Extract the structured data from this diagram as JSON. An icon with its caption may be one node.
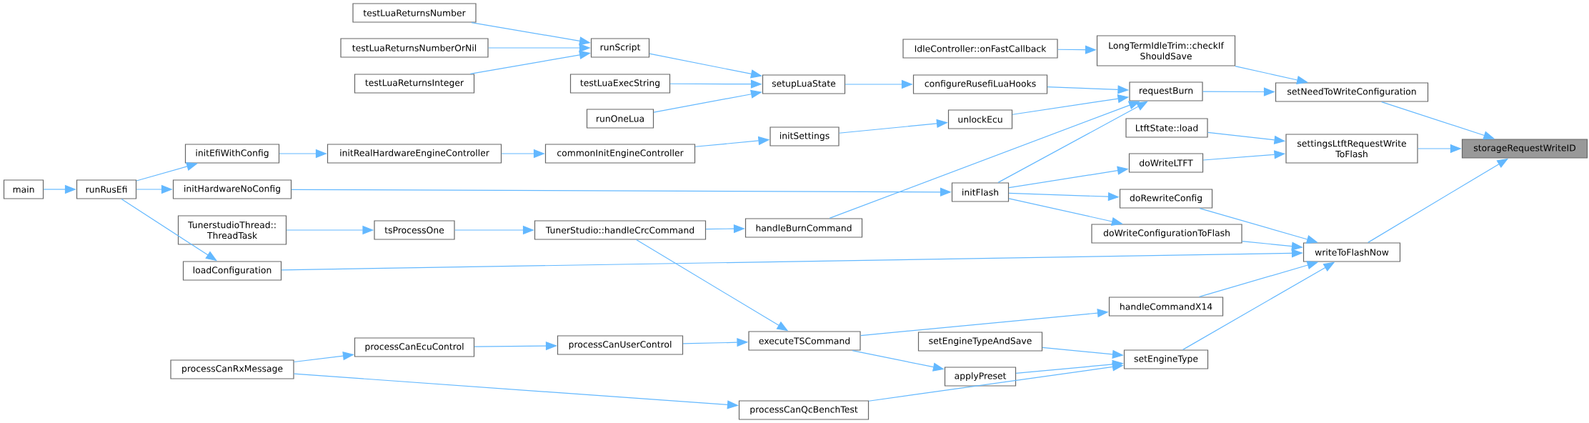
{
  "diagram": {
    "nodes": [
      {
        "text": [
          "main"
        ]
      },
      {
        "text": [
          "runRusEfi"
        ]
      },
      {
        "text": [
          "initEfiWithConfig"
        ]
      },
      {
        "text": [
          "initHardwareNoConfig"
        ]
      },
      {
        "text": [
          "TunerstudioThread:: ThreadTask"
        ]
      },
      {
        "text": [
          "loadConfiguration"
        ]
      },
      {
        "text": [
          "processCanRxMessage"
        ]
      },
      {
        "text": [
          "testLuaReturnsNumber"
        ]
      },
      {
        "text": [
          "testLuaReturnsNumberOrNil"
        ]
      },
      {
        "text": [
          "testLuaReturnsInteger"
        ]
      },
      {
        "text": [
          "initRealHardwareEngineController"
        ]
      },
      {
        "text": [
          "tsProcessOne"
        ]
      },
      {
        "text": [
          "processCanEcuControl"
        ]
      },
      {
        "text": [
          "runScript"
        ]
      },
      {
        "text": [
          "testLuaExecString"
        ]
      },
      {
        "text": [
          "runOneLua"
        ]
      },
      {
        "text": [
          "commonInitEngineController"
        ]
      },
      {
        "text": [
          "TunerStudio::handleCrcCommand"
        ]
      },
      {
        "text": [
          "processCanUserControl"
        ]
      },
      {
        "text": [
          "setupLuaState"
        ]
      },
      {
        "text": [
          "initSettings"
        ]
      },
      {
        "text": [
          "handleBurnCommand"
        ]
      },
      {
        "text": [
          "executeTSCommand"
        ]
      },
      {
        "text": [
          "processCanQcBenchTest"
        ]
      },
      {
        "text": [
          "IdleController::onFastCallback"
        ]
      },
      {
        "text": [
          "configureRusefiLuaHooks"
        ]
      },
      {
        "text": [
          "unlockEcu"
        ]
      },
      {
        "text": [
          "initFlash"
        ]
      },
      {
        "text": [
          "setEngineTypeAndSave"
        ]
      },
      {
        "text": [
          "applyPreset"
        ]
      },
      {
        "text": [
          "LongTermIdleTrim::checkIf ShouldSave"
        ]
      },
      {
        "text": [
          "requestBurn"
        ]
      },
      {
        "text": [
          "LtftState::load"
        ]
      },
      {
        "text": [
          "doWriteLTFT"
        ]
      },
      {
        "text": [
          "doRewriteConfig"
        ]
      },
      {
        "text": [
          "doWriteConfigurationToFlash"
        ]
      },
      {
        "text": [
          "handleCommandX14"
        ]
      },
      {
        "text": [
          "setEngineType"
        ]
      },
      {
        "text": [
          "setNeedToWriteConfiguration"
        ]
      },
      {
        "text": [
          "settingsLtftRequestWrite ToFlash"
        ]
      },
      {
        "text": [
          "writeToFlashNow"
        ]
      },
      {
        "text": [
          "storageRequestWriteID"
        ]
      }
    ],
    "edges": [
      {
        "from": 0,
        "to": 1,
        "arrow": "to"
      },
      {
        "from": 1,
        "to": 2,
        "arrow": "to"
      },
      {
        "from": 1,
        "to": 3,
        "arrow": "to"
      },
      {
        "from": 1,
        "to": 5,
        "arrow": "to"
      },
      {
        "from": 2,
        "to": 10,
        "arrow": "to"
      },
      {
        "from": 3,
        "to": 27,
        "arrow": "to"
      },
      {
        "from": 4,
        "to": 11,
        "arrow": "to"
      },
      {
        "from": 5,
        "to": 40,
        "arrow": "to"
      },
      {
        "from": 6,
        "to": 12,
        "arrow": "to"
      },
      {
        "from": 6,
        "to": 23,
        "arrow": "to"
      },
      {
        "from": 7,
        "to": 13,
        "arrow": "to"
      },
      {
        "from": 8,
        "to": 13,
        "arrow": "to"
      },
      {
        "from": 9,
        "to": 13,
        "arrow": "to"
      },
      {
        "from": 10,
        "to": 16,
        "arrow": "to"
      },
      {
        "from": 11,
        "to": 17,
        "arrow": "to"
      },
      {
        "from": 12,
        "to": 18,
        "arrow": "to"
      },
      {
        "from": 13,
        "to": 19,
        "arrow": "to"
      },
      {
        "from": 14,
        "to": 19,
        "arrow": "to"
      },
      {
        "from": 15,
        "to": 19,
        "arrow": "to"
      },
      {
        "from": 16,
        "to": 20,
        "arrow": "to"
      },
      {
        "from": 17,
        "to": 21,
        "arrow": "to"
      },
      {
        "from": 17,
        "to": 22,
        "arrow": "to"
      },
      {
        "from": 18,
        "to": 22,
        "arrow": "to"
      },
      {
        "from": 19,
        "to": 25,
        "arrow": "to"
      },
      {
        "from": 20,
        "to": 26,
        "arrow": "to"
      },
      {
        "from": 21,
        "to": 31,
        "arrow": "to"
      },
      {
        "from": 22,
        "to": 36,
        "arrow": "to"
      },
      {
        "from": 22,
        "to": 29,
        "arrow": "to"
      },
      {
        "from": 23,
        "to": 37,
        "arrow": "to"
      },
      {
        "from": 24,
        "to": 30,
        "arrow": "to"
      },
      {
        "from": 25,
        "to": 31,
        "arrow": "to"
      },
      {
        "from": 26,
        "to": 31,
        "arrow": "to"
      },
      {
        "from": 27,
        "to": 31,
        "arrow": "to"
      },
      {
        "from": 27,
        "to": 33,
        "arrow": "to"
      },
      {
        "from": 27,
        "to": 34,
        "arrow": "to"
      },
      {
        "from": 27,
        "to": 35,
        "arrow": "to"
      },
      {
        "from": 28,
        "to": 37,
        "arrow": "to"
      },
      {
        "from": 29,
        "to": 37,
        "arrow": "to"
      },
      {
        "from": 30,
        "to": 38,
        "arrow": "to"
      },
      {
        "from": 31,
        "to": 38,
        "arrow": "to"
      },
      {
        "from": 32,
        "to": 39,
        "arrow": "to"
      },
      {
        "from": 33,
        "to": 39,
        "arrow": "to"
      },
      {
        "from": 34,
        "to": 40,
        "arrow": "to"
      },
      {
        "from": 35,
        "to": 40,
        "arrow": "to"
      },
      {
        "from": 36,
        "to": 40,
        "arrow": "to"
      },
      {
        "from": 37,
        "to": 40,
        "arrow": "to"
      },
      {
        "from": 38,
        "to": 41,
        "arrow": "to"
      },
      {
        "from": 39,
        "to": 41,
        "arrow": "to"
      },
      {
        "from": 40,
        "to": 41,
        "arrow": "to"
      }
    ]
  }
}
